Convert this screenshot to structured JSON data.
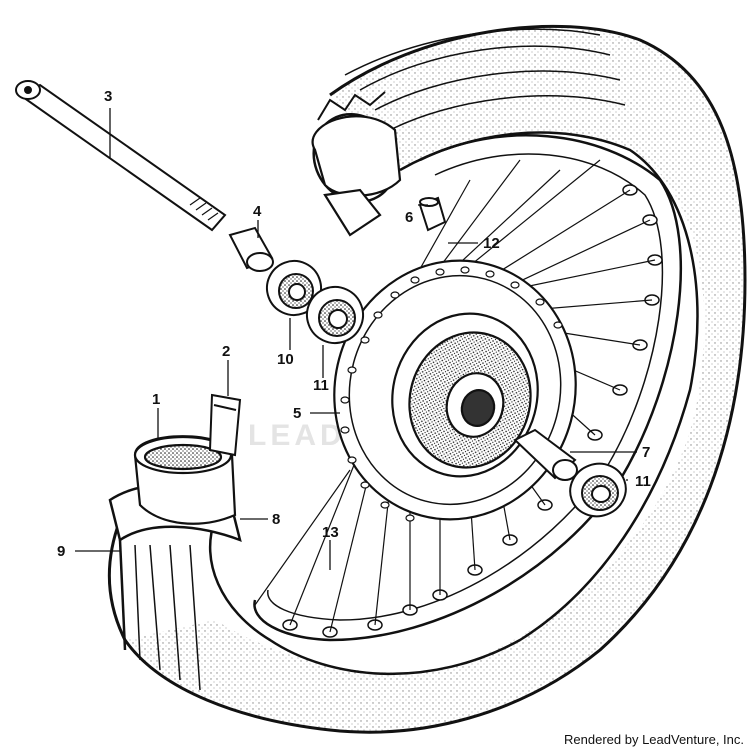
{
  "callouts": {
    "c1": "1",
    "c2": "2",
    "c3": "3",
    "c4": "4",
    "c5": "5",
    "c6": "6",
    "c7": "7",
    "c8": "8",
    "c9": "9",
    "c10": "10",
    "c11a": "11",
    "c11b": "11",
    "c12": "12",
    "c13": "13"
  },
  "watermark": "LEADVENTURE",
  "footer": "Rendered by LeadVenture, Inc."
}
